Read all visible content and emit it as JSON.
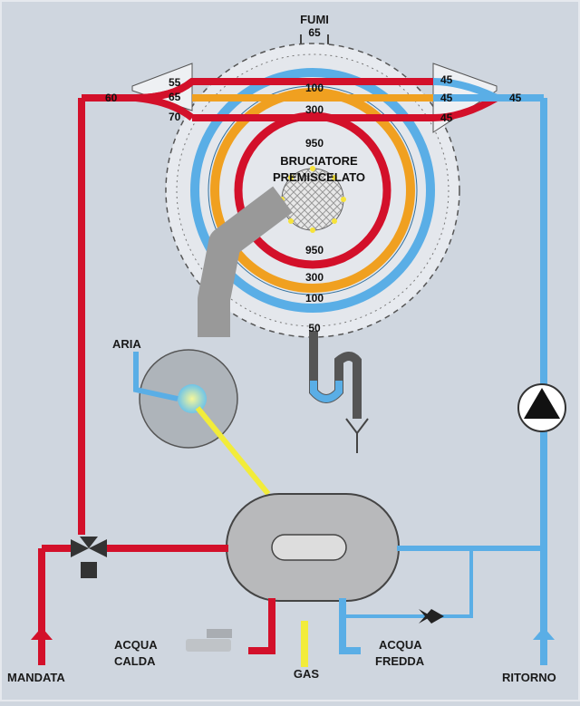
{
  "labels": {
    "fumi": "FUMI",
    "fumi_temp": "65",
    "burner_line1": "BRUCIATORE",
    "burner_line2": "PREMISCELATO",
    "aria": "ARIA",
    "acqua_calda_1": "ACQUA",
    "acqua_calda_2": "CALDA",
    "gas": "GAS",
    "acqua_fredda_1": "ACQUA",
    "acqua_fredda_2": "FREDDA",
    "mandata": "MANDATA",
    "ritorno": "RITORNO"
  },
  "temperatures": {
    "left_outlet": "60",
    "left_top": "55",
    "left_mid": "65",
    "left_bottom": "70",
    "right_top": "45",
    "right_mid": "45",
    "right_outlet": "45",
    "right_bottom": "45",
    "ring_blue_top": "100",
    "ring_orange_top": "300",
    "ring_red_top": "950",
    "ring_red_bottom": "950",
    "ring_orange_bottom": "300",
    "ring_blue_bottom": "100",
    "condensate": "50"
  },
  "colors": {
    "hot": "#d3102a",
    "cold": "#5aaee6",
    "warm": "#f0a020",
    "gas": "#f2ec3a",
    "background": "#cfd6df"
  }
}
